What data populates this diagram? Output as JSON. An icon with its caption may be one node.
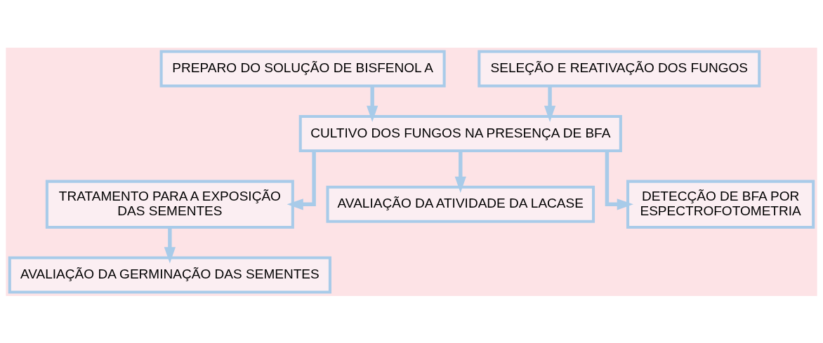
{
  "diagram": {
    "nodes": [
      {
        "text": [
          "PREPARO DO SOLUÇÃO DE BISFENOL A"
        ]
      },
      {
        "text": [
          "SELEÇÃO E REATIVAÇÃO DOS FUNGOS"
        ]
      },
      {
        "text": [
          "CULTIVO DOS FUNGOS NA PRESENÇA DE BFA"
        ]
      },
      {
        "text": [
          "TRATAMENTO PARA A EXPOSIÇÃO DAS SEMENTES"
        ]
      },
      {
        "text": [
          "AVALIAÇÃO DA ATIVIDADE DA LACASE"
        ]
      },
      {
        "text": [
          "DETECÇÃO DE BFA POR ESPECTROFOTOMETRIA"
        ]
      },
      {
        "text": [
          "AVALIAÇÃO DA GERMINAÇÃO DAS SEMENTES"
        ]
      }
    ],
    "edges": [
      {
        "from": 0,
        "to": 2,
        "arrow": "to"
      },
      {
        "from": 1,
        "to": 2,
        "arrow": "to"
      },
      {
        "from": 2,
        "to": 3,
        "arrow": "to"
      },
      {
        "from": 2,
        "to": 4,
        "arrow": "to"
      },
      {
        "from": 2,
        "to": 5,
        "arrow": "to"
      },
      {
        "from": 3,
        "to": 6,
        "arrow": "to"
      }
    ]
  }
}
